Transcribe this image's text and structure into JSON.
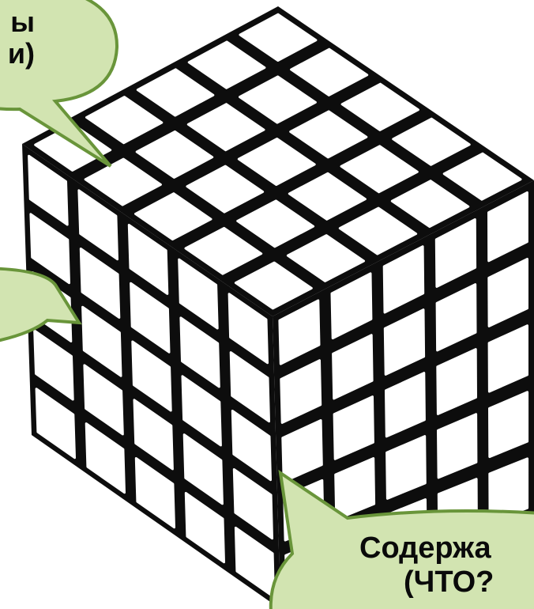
{
  "colors": {
    "callout_fill": "#d2e4b1",
    "callout_border": "#69953a",
    "cube_frame": "#0d0d0d",
    "sticker": "#ffffff"
  },
  "cube": {
    "description_icon": "rubiks-cube-5x5",
    "grid_size": 5,
    "faces": [
      "top",
      "left",
      "right"
    ]
  },
  "callouts": {
    "top": {
      "line1": "ы",
      "line2": "и)"
    },
    "left": {
      "text": ""
    },
    "bottom": {
      "line1": "Содержа",
      "line2": "(ЧТО?"
    }
  }
}
